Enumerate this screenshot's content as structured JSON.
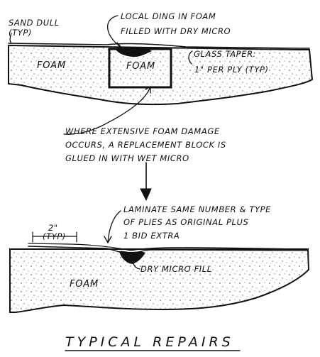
{
  "top_figure": {
    "sand_dull": "SAND DULL",
    "sand_dull_typ": "(TYP)",
    "local_ding_line1": "LOCAL DING IN FOAM",
    "local_ding_line2": "FILLED WITH DRY MICRO",
    "foam_left": "FOAM",
    "foam_block": "FOAM",
    "glass_taper_line1": "GLASS TAPER:",
    "glass_taper_line2": "1\" PER PLY (TYP)"
  },
  "replacement_note": {
    "line1": "WHERE EXTENSIVE FOAM DAMAGE",
    "line2": "OCCURS, A REPLACEMENT BLOCK IS",
    "line3": "GLUED IN WITH WET MICRO"
  },
  "bottom_figure": {
    "dimension_value": "2\"",
    "dimension_typ": "(TYP)",
    "laminate_line1": "LAMINATE SAME NUMBER & TYPE",
    "laminate_line2": "OF PLIES AS ORIGINAL PLUS",
    "laminate_line3": "1 BID EXTRA",
    "dry_micro_fill": "DRY MICRO FILL",
    "foam": "FOAM"
  },
  "title": "TYPICAL REPAIRS"
}
